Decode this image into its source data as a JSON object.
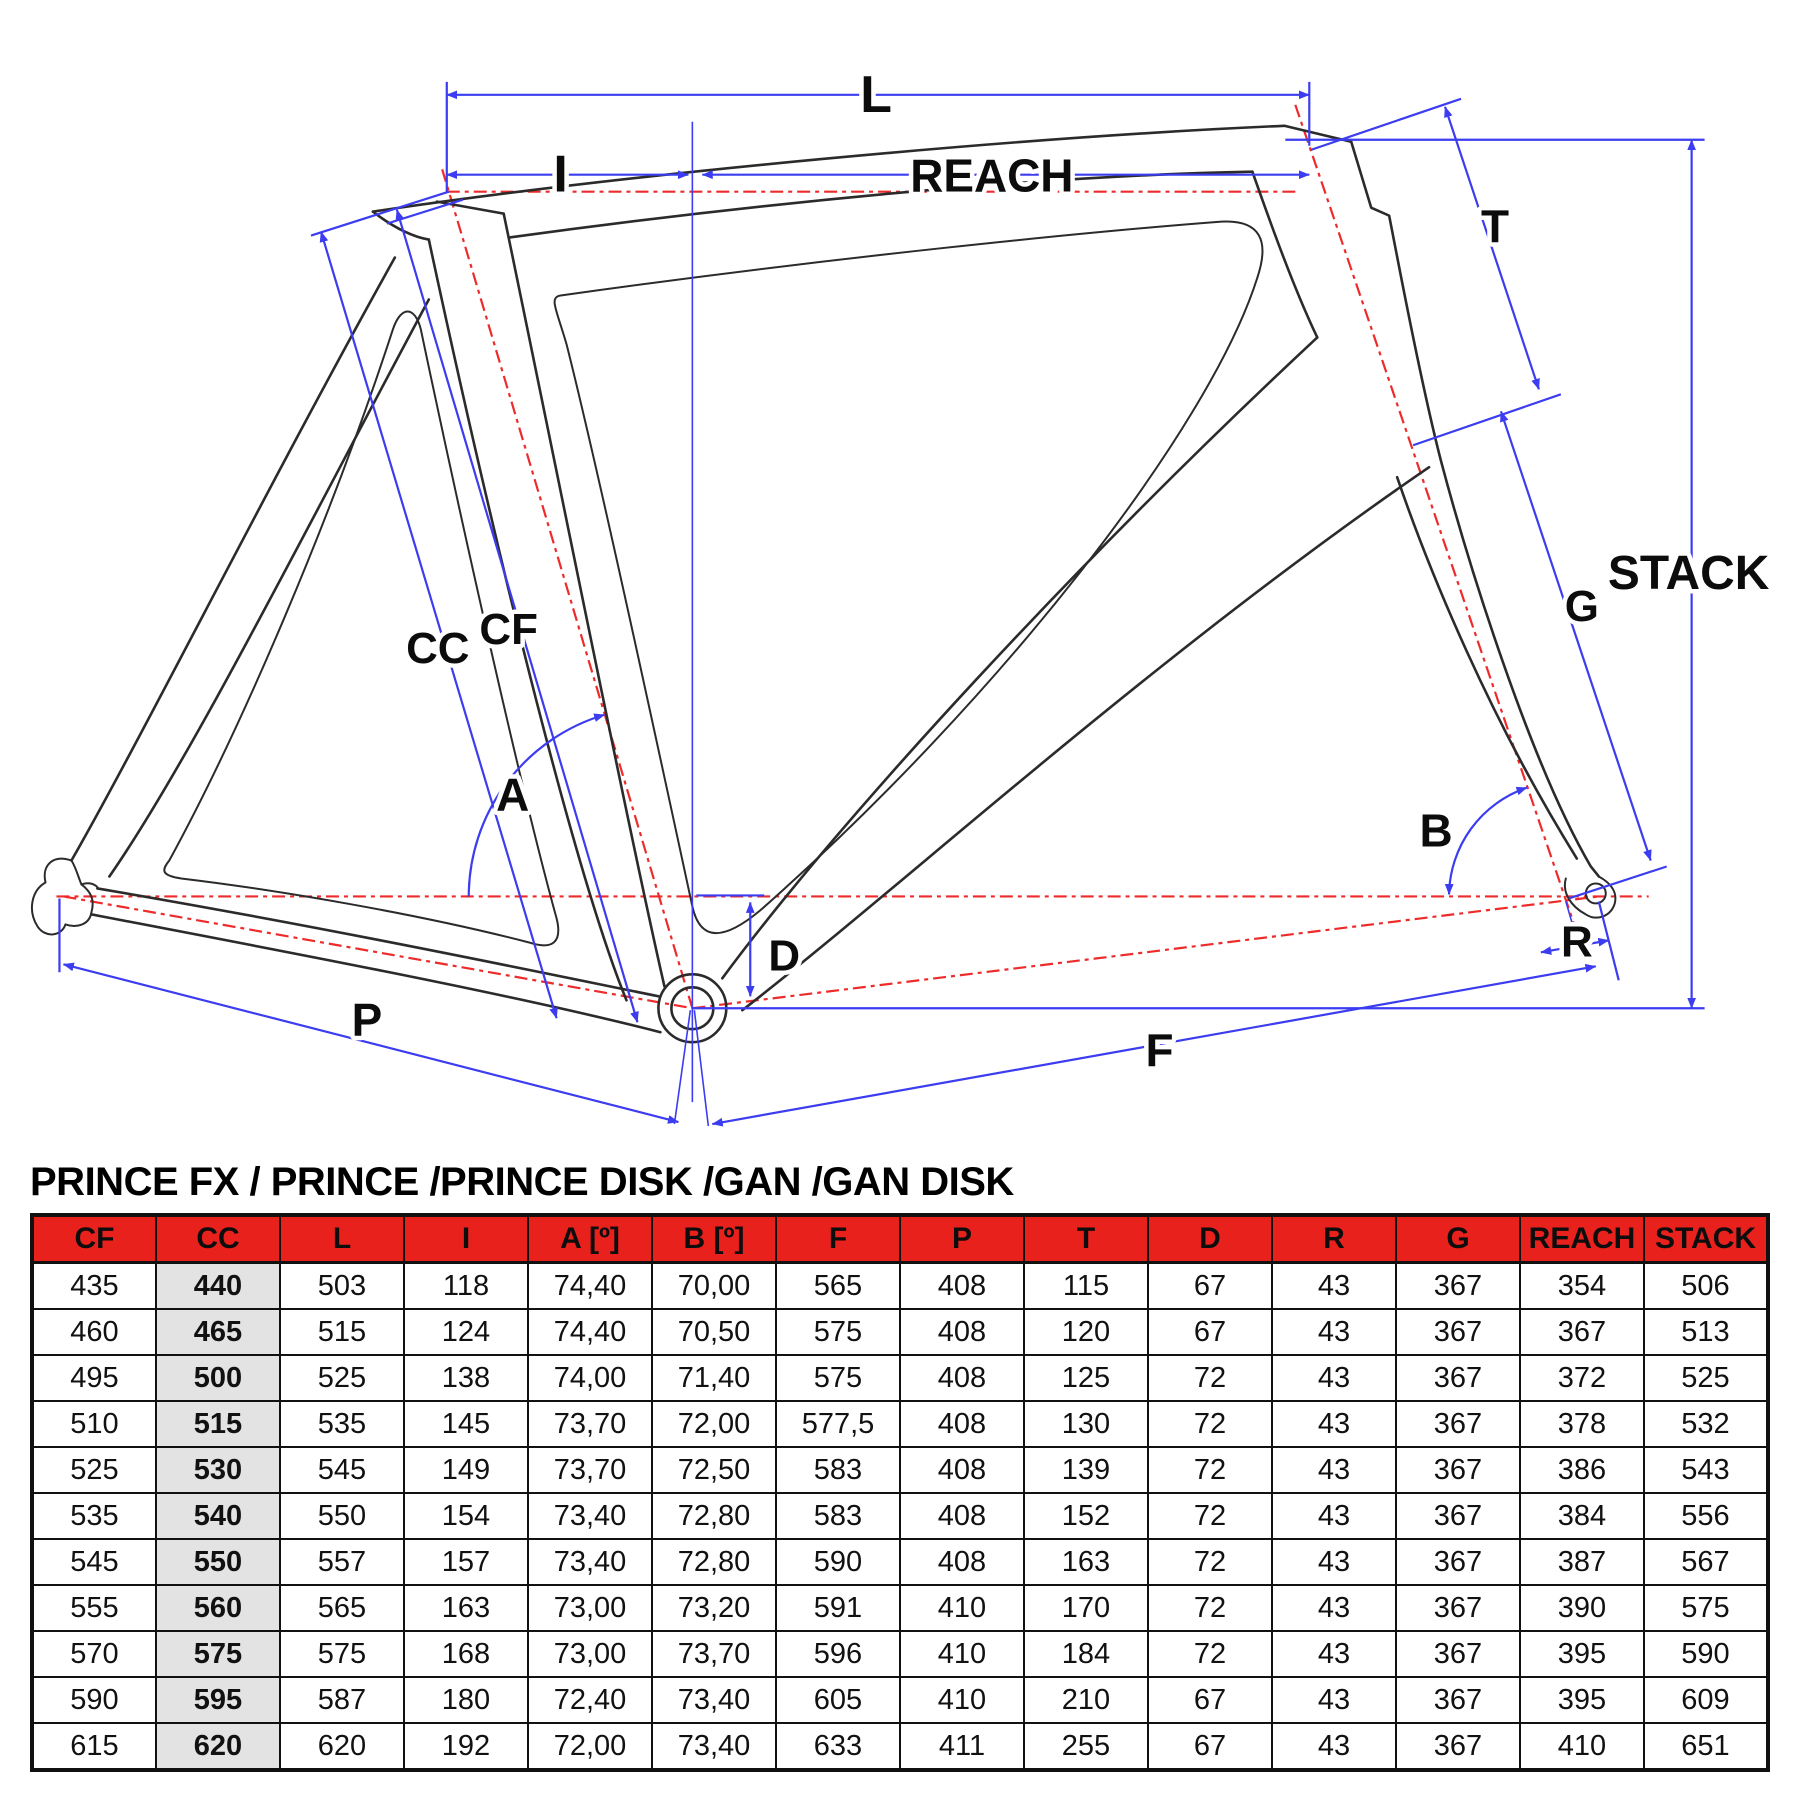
{
  "diagram": {
    "labels": {
      "L": "L",
      "I": "I",
      "reach": "REACH",
      "T": "T",
      "stack": "STACK",
      "G": "G",
      "CC": "CC",
      "CF": "CF",
      "A": "A",
      "B": "B",
      "D": "D",
      "R": "R",
      "P": "P",
      "F": "F"
    },
    "colors": {
      "dimension_blue": "#3c3cf0",
      "axis_red": "#ee2b2b",
      "frame_black": "#2b2b2b"
    }
  },
  "table": {
    "title": "PRINCE FX / PRINCE /PRINCE DISK /GAN /GAN DISK",
    "header_bg": "#e8211d",
    "cc_column_bg": "#e3e3e3",
    "columns": [
      "CF",
      "CC",
      "L",
      "I",
      "A [º]",
      "B [º]",
      "F",
      "P",
      "T",
      "D",
      "R",
      "G",
      "REACH",
      "STACK"
    ],
    "rows": [
      [
        "435",
        "440",
        "503",
        "118",
        "74,40",
        "70,00",
        "565",
        "408",
        "115",
        "67",
        "43",
        "367",
        "354",
        "506"
      ],
      [
        "460",
        "465",
        "515",
        "124",
        "74,40",
        "70,50",
        "575",
        "408",
        "120",
        "67",
        "43",
        "367",
        "367",
        "513"
      ],
      [
        "495",
        "500",
        "525",
        "138",
        "74,00",
        "71,40",
        "575",
        "408",
        "125",
        "72",
        "43",
        "367",
        "372",
        "525"
      ],
      [
        "510",
        "515",
        "535",
        "145",
        "73,70",
        "72,00",
        "577,5",
        "408",
        "130",
        "72",
        "43",
        "367",
        "378",
        "532"
      ],
      [
        "525",
        "530",
        "545",
        "149",
        "73,70",
        "72,50",
        "583",
        "408",
        "139",
        "72",
        "43",
        "367",
        "386",
        "543"
      ],
      [
        "535",
        "540",
        "550",
        "154",
        "73,40",
        "72,80",
        "583",
        "408",
        "152",
        "72",
        "43",
        "367",
        "384",
        "556"
      ],
      [
        "545",
        "550",
        "557",
        "157",
        "73,40",
        "72,80",
        "590",
        "408",
        "163",
        "72",
        "43",
        "367",
        "387",
        "567"
      ],
      [
        "555",
        "560",
        "565",
        "163",
        "73,00",
        "73,20",
        "591",
        "410",
        "170",
        "72",
        "43",
        "367",
        "390",
        "575"
      ],
      [
        "570",
        "575",
        "575",
        "168",
        "73,00",
        "73,70",
        "596",
        "410",
        "184",
        "72",
        "43",
        "367",
        "395",
        "590"
      ],
      [
        "590",
        "595",
        "587",
        "180",
        "72,40",
        "73,40",
        "605",
        "410",
        "210",
        "67",
        "43",
        "367",
        "395",
        "609"
      ],
      [
        "615",
        "620",
        "620",
        "192",
        "72,00",
        "73,40",
        "633",
        "411",
        "255",
        "67",
        "43",
        "367",
        "410",
        "651"
      ]
    ]
  }
}
